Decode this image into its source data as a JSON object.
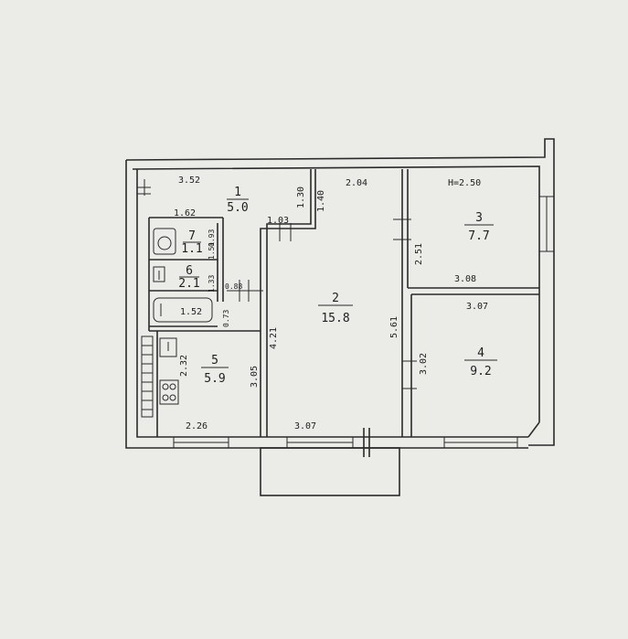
{
  "plan": {
    "height_note": "H=2.50",
    "rooms": [
      {
        "id": "1",
        "number": "1",
        "area": "5.0"
      },
      {
        "id": "2",
        "number": "2",
        "area": "15.8"
      },
      {
        "id": "3",
        "number": "3",
        "area": "7.7"
      },
      {
        "id": "4",
        "number": "4",
        "area": "9.2"
      },
      {
        "id": "5",
        "number": "5",
        "area": "5.9"
      },
      {
        "id": "6",
        "number": "6",
        "area": "2.1"
      },
      {
        "id": "7",
        "number": "7",
        "area": "1.1"
      }
    ],
    "dimensions": {
      "d352": "3.52",
      "d162": "1.62",
      "d130": "1.30",
      "d140": "1.40",
      "d103": "1.03",
      "d204": "2.04",
      "d251": "2.51",
      "d308": "3.08",
      "d307_top": "3.07",
      "d561": "5.61",
      "d421": "4.21",
      "d302": "3.02",
      "d305": "3.05",
      "d232": "2.32",
      "d226": "2.26",
      "d307_bottom": "3.07",
      "d152": "1.52",
      "d088": "0.88",
      "d073": "0.73",
      "d151": "1.51",
      "d133": "1.33",
      "d093": "0.93"
    }
  }
}
